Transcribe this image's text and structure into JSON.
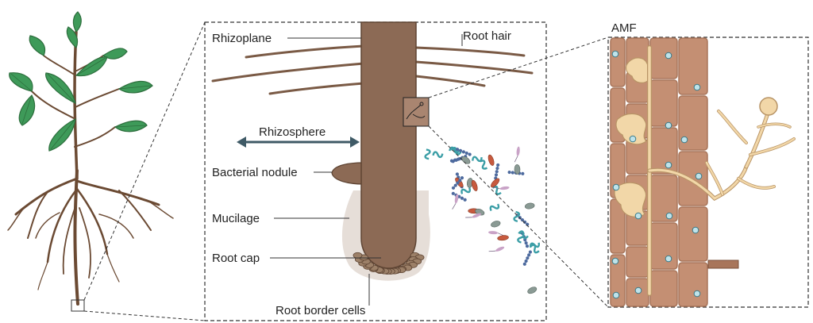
{
  "labels": {
    "rhizoplane": "Rhizoplane",
    "root_hair": "Root hair",
    "rhizosphere": "Rhizosphere",
    "bacterial_nodule": "Bacterial nodule",
    "mucilage": "Mucilage",
    "root_cap": "Root cap",
    "root_border_cells": "Root border cells",
    "amf": "AMF"
  },
  "colors": {
    "leaf": "#3e9a59",
    "leaf_dark": "#2d6e3d",
    "stem": "#6b4a33",
    "root_body": "#8c6a55",
    "root_edge": "#5e4433",
    "mucilage": "#e6ded8",
    "cell_wall": "#a8755a",
    "cell_fill": "#c48f73",
    "hypha": "#f2d7a8",
    "hypha_edge": "#b89466",
    "bact_red": "#c75a3e",
    "bact_teal": "#3b9ea6",
    "bact_blue": "#4d6a9e",
    "bact_pink": "#c9a3c7",
    "bact_gray": "#8a9a94",
    "arrow": "#3f5a66"
  }
}
